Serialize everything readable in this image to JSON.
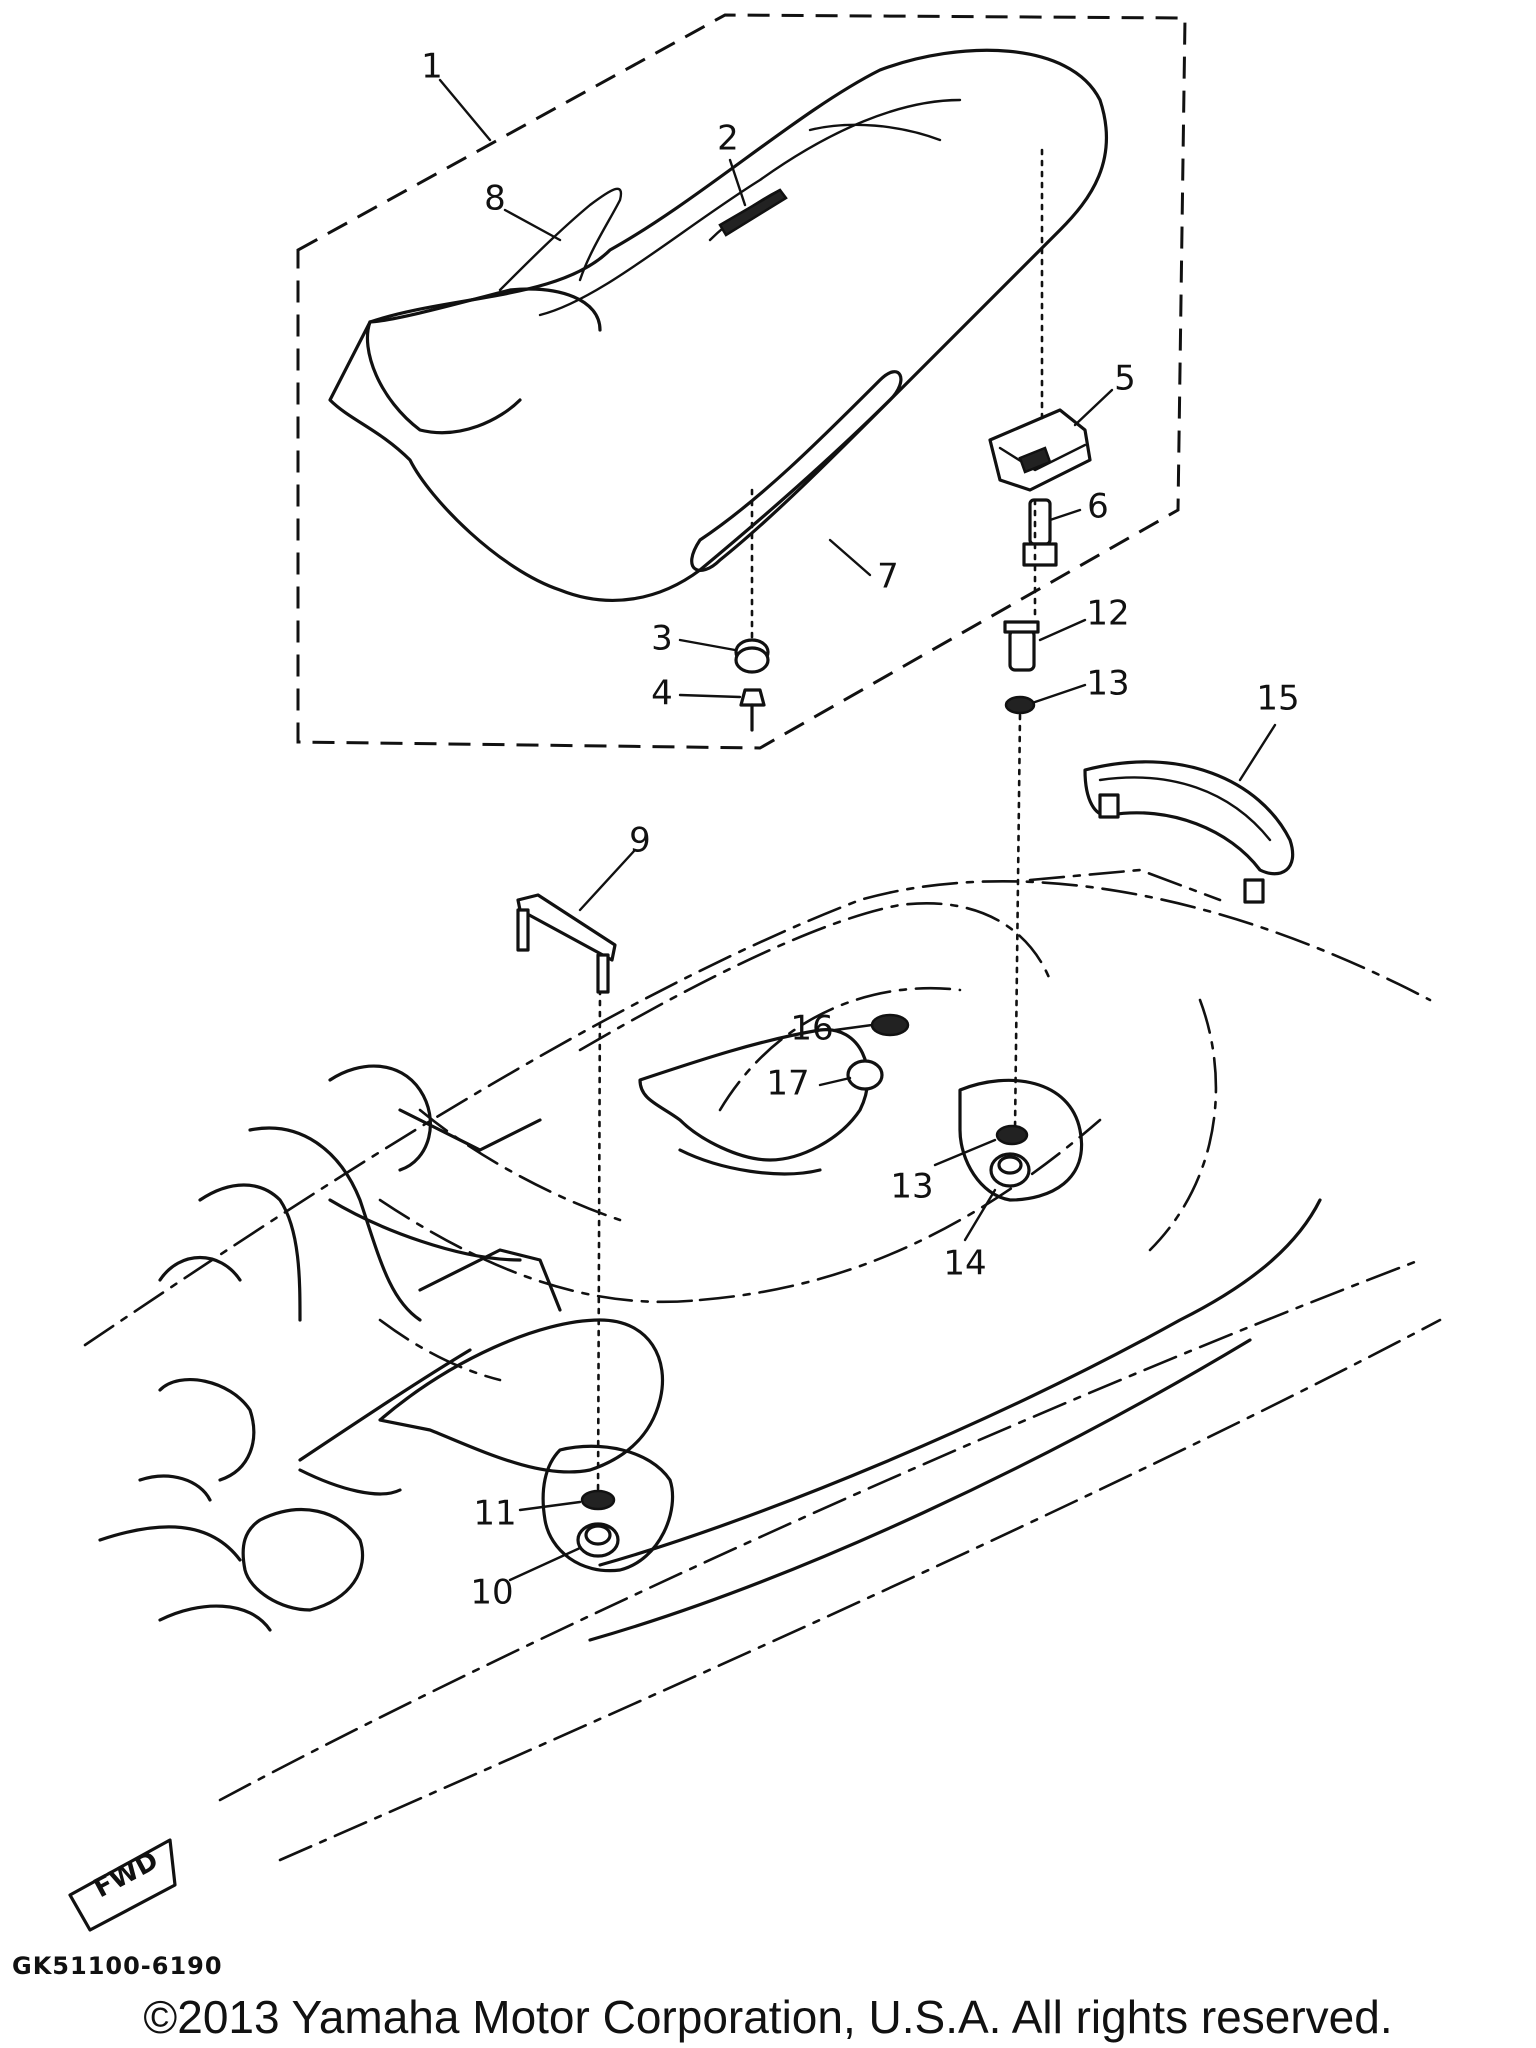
{
  "callouts": [
    {
      "id": "c1",
      "text": "1"
    },
    {
      "id": "c2",
      "text": "2"
    },
    {
      "id": "c8a",
      "text": "8"
    },
    {
      "id": "c5",
      "text": "5"
    },
    {
      "id": "c6",
      "text": "6"
    },
    {
      "id": "c7",
      "text": "7"
    },
    {
      "id": "c3",
      "text": "3"
    },
    {
      "id": "c4",
      "text": "4"
    },
    {
      "id": "c12",
      "text": "12"
    },
    {
      "id": "c13a",
      "text": "13"
    },
    {
      "id": "c15",
      "text": "15"
    },
    {
      "id": "c9",
      "text": "9"
    },
    {
      "id": "c16",
      "text": "16"
    },
    {
      "id": "c17",
      "text": "17"
    },
    {
      "id": "c13b",
      "text": "13"
    },
    {
      "id": "c14",
      "text": "14"
    },
    {
      "id": "c11",
      "text": "11"
    },
    {
      "id": "c10",
      "text": "10"
    }
  ],
  "fwd_label": "FWD",
  "part_code": "GK51100-6190",
  "copyright": "©2013 Yamaha Motor Corporation, U.S.A. All rights reserved."
}
